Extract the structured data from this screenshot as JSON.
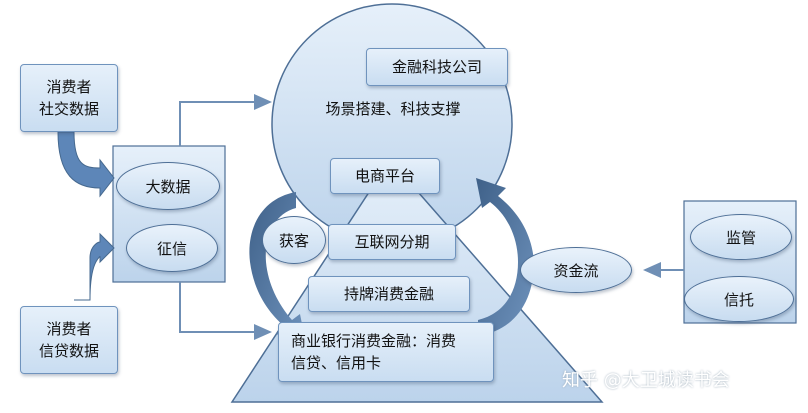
{
  "diagram": {
    "consumer_social": [
      "消费者",
      "社交数据"
    ],
    "consumer_credit": [
      "消费者",
      "信贷数据"
    ],
    "big_data": "大数据",
    "credit_reference": "征信",
    "fintech_company": "金融科技公司",
    "scenario_support": "场景搭建、科技支撑",
    "ecommerce_platform": "电商平台",
    "acquire_customers": "获客",
    "internet_installment": "互联网分期",
    "licensed_consumer_finance": "持牌消费金融",
    "bank_consumer_finance": [
      "商业银行消费金融：消费",
      "信贷、信用卡"
    ],
    "capital_flow": "资金流",
    "regulation": "监管",
    "trust": "信托"
  },
  "watermark": "知乎 @大卫城读书会",
  "colors": {
    "fill_light": "#dbe8f6",
    "fill_dark": "#c3d8ee",
    "border": "#4e6f96",
    "arrow": "#6f8fb5",
    "swoosh": "#4f7196"
  }
}
